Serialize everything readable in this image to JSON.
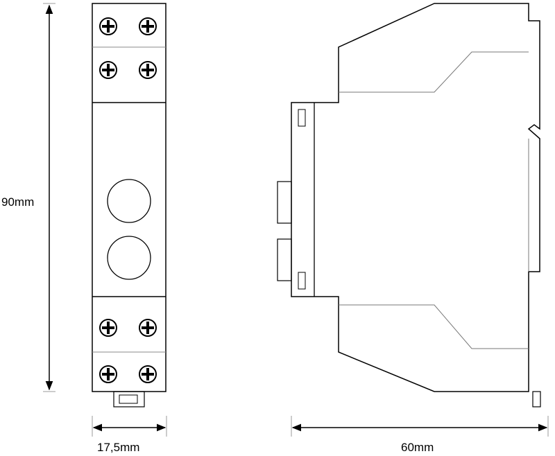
{
  "dimensions": {
    "height_label": "90mm",
    "front_width_label": "17,5mm",
    "depth_label": "60mm"
  },
  "views": {
    "front": {
      "terminal_screws_top": 4,
      "terminal_screws_bottom": 4,
      "indicator_lamps": 2
    },
    "side": {
      "din_rail_clip": true
    }
  }
}
